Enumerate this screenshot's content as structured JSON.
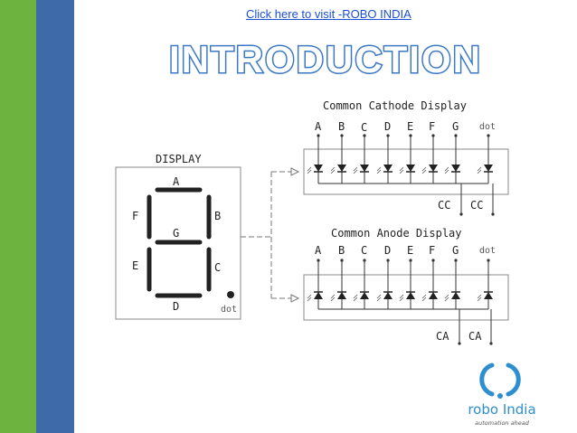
{
  "header": {
    "link_text": "Click here to visit -ROBO INDIA"
  },
  "title": {
    "text": "INTRODUCTION"
  },
  "display": {
    "label": "DISPLAY",
    "segments": {
      "a": "A",
      "b": "B",
      "c": "C",
      "d": "D",
      "e": "E",
      "f": "F",
      "g": "G"
    },
    "dot_label": "dot"
  },
  "cathode": {
    "title": "Common Cathode Display",
    "pins": [
      "A",
      "B",
      "C",
      "D",
      "E",
      "F",
      "G",
      "dot"
    ],
    "common_1": "CC",
    "common_2": "CC"
  },
  "anode": {
    "title": "Common Anode Display",
    "pins": [
      "A",
      "B",
      "C",
      "D",
      "E",
      "F",
      "G",
      "dot"
    ],
    "common_1": "CA",
    "common_2": "CA"
  },
  "logo": {
    "name": "robo India",
    "tagline": "automation ahead"
  },
  "colors": {
    "green_bar": "#6db33f",
    "blue_bar": "#3f6aaa",
    "title_blue": "#3b78c4",
    "logo_blue": "#2e8fd0",
    "link": "#1a4fd6"
  }
}
